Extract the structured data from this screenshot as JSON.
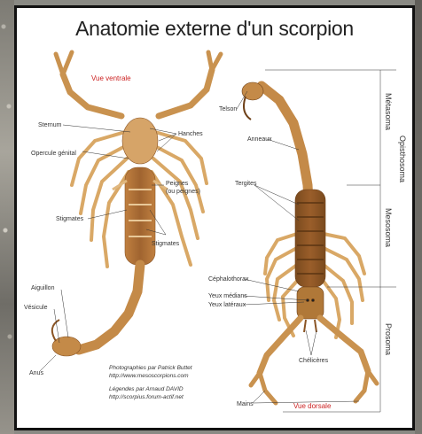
{
  "title": "Anatomie externe d'un scorpion",
  "views": {
    "ventral": "Vue ventrale",
    "dorsal": "Vue dorsale"
  },
  "ventral_labels": {
    "sternum": "Sternum",
    "hanches": "Hanches",
    "opercule": "Opercule génital",
    "peignes_1": "Peignes",
    "peignes_2": "(ou peignes)",
    "stigmates_l": "Stigmates",
    "stigmates_r": "Stigmates",
    "aiguillon": "Aiguillon",
    "vesicule": "Vésicule",
    "anus": "Anus"
  },
  "dorsal_labels": {
    "telson": "Telson",
    "anneaux": "Anneaux",
    "tergites": "Tergites",
    "cephalothorax": "Céphalothorax",
    "yeux_medians": "Yeux médians",
    "yeux_lateraux": "Yeux latéraux",
    "cheliceres": "Chélicères",
    "mains": "Mains"
  },
  "regions": {
    "metasoma": "Métasoma",
    "opisthosoma": "Opisthosoma",
    "mesosoma": "Mesosoma",
    "prosoma": "Prosoma"
  },
  "credits": {
    "photo_line": "Photographies par Patrick Buttet",
    "photo_url": "http://www.mesoscorpions.com",
    "legend_line": "Légendes par Arnaud DAVID",
    "legend_url": "http://scorpius.forum-actif.net"
  },
  "colors": {
    "body_light": "#d8a86a",
    "body_mid": "#c08040",
    "body_dark": "#8a5424",
    "label_red": "#cc2222"
  }
}
